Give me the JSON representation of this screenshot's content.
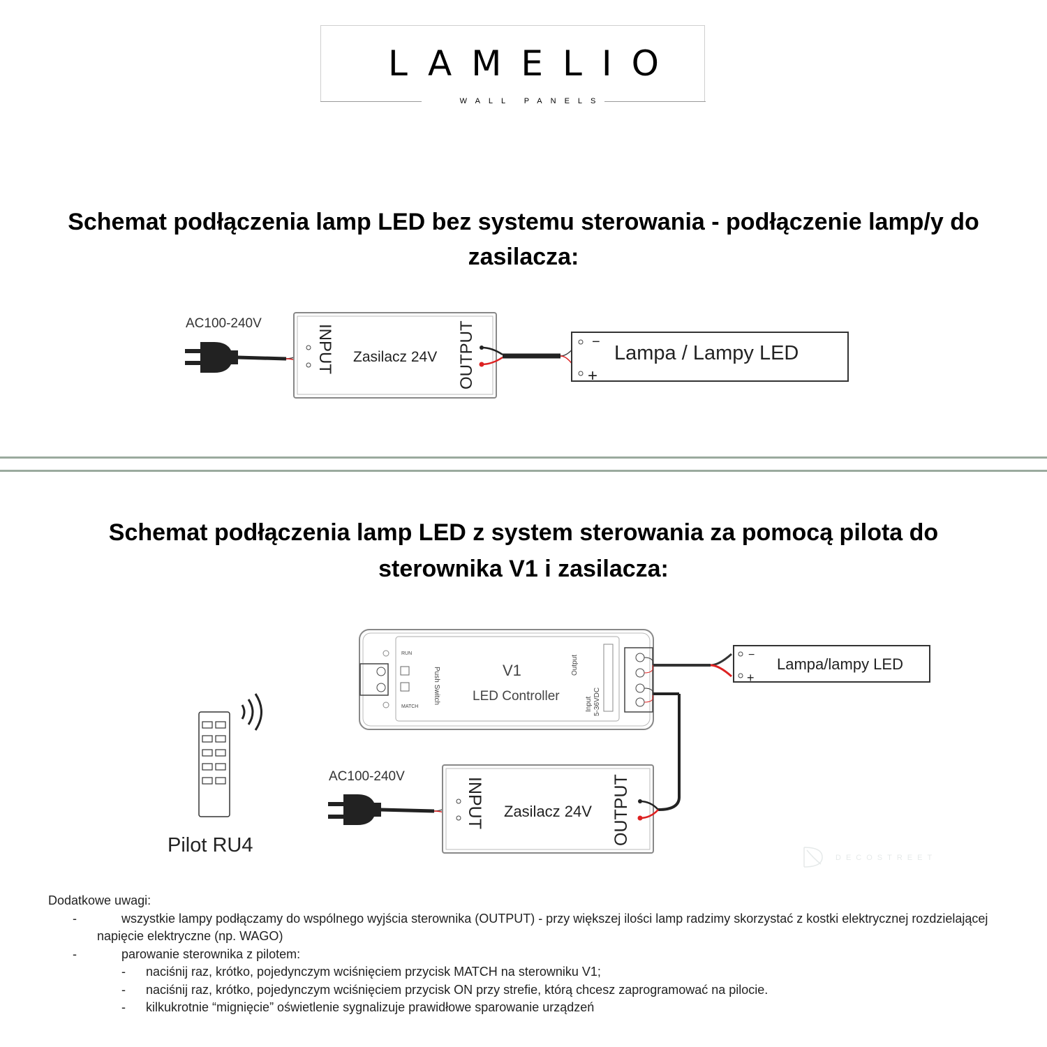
{
  "logo": {
    "name": "LAMELIO",
    "tagline": "WALL PANELS"
  },
  "section1": {
    "title": "Schemat podłączenia lamp LED bez systemu sterowania - podłączenie lamp/y do zasilacza:",
    "title_line1": "Schemat podłączenia lamp LED bez systemu sterowania - podłączenie lamp/y do",
    "title_line2": "zasilacza:",
    "ac_label": "AC100-240V",
    "psu_input": "INPUT",
    "psu_label": "Zasilacz 24V",
    "psu_output": "OUTPUT",
    "lamp_label": "Lampa / Lampy LED",
    "minus": "−",
    "plus": "+"
  },
  "section2": {
    "title_line1": "Schemat podłączenia lamp LED z system sterowania za pomocą pilota do",
    "title_line2": "sterownika V1 i zasilacza:",
    "controller_model": "V1",
    "controller_label": "LED Controller",
    "run_label": "RUN",
    "match_label": "MATCH",
    "push_switch": "Push Switch",
    "output_label": "Output",
    "input_label": "Input",
    "input_voltage": "5-36VDC",
    "lamp_label": "Lampa/lampy LED",
    "ac_label": "AC100-240V",
    "psu_input": "INPUT",
    "psu_label": "Zasilacz 24V",
    "psu_output": "OUTPUT",
    "remote_label": "Pilot RU4",
    "watermark": "DECOSTREET",
    "minus": "−",
    "plus": "+"
  },
  "notes": {
    "heading": "Dodatkowe uwagi:",
    "dash": "-",
    "items": [
      {
        "text1": "wszystkie lampy podłączamy do wspólnego wyjścia sterownika (OUTPUT) - przy większej ilości lamp radzimy skorzystać z kostki elektrycznej rozdzielającej",
        "text2": "napięcie elektryczne (np. WAGO)"
      },
      {
        "text1": "parowanie sterownika z pilotem:"
      }
    ],
    "subitems": [
      "naciśnij raz, krótko, pojedynczym wciśnięciem przycisk MATCH na sterowniku V1;",
      "naciśnij raz, krótko, pojedynczym wciśnięciem przycisk ON przy strefie, którą chcesz zaprogramować na pilocie.",
      "kilkukrotnie “mignięcie” oświetlenie sygnalizuje prawidłowe sparowanie urządzeń"
    ]
  }
}
